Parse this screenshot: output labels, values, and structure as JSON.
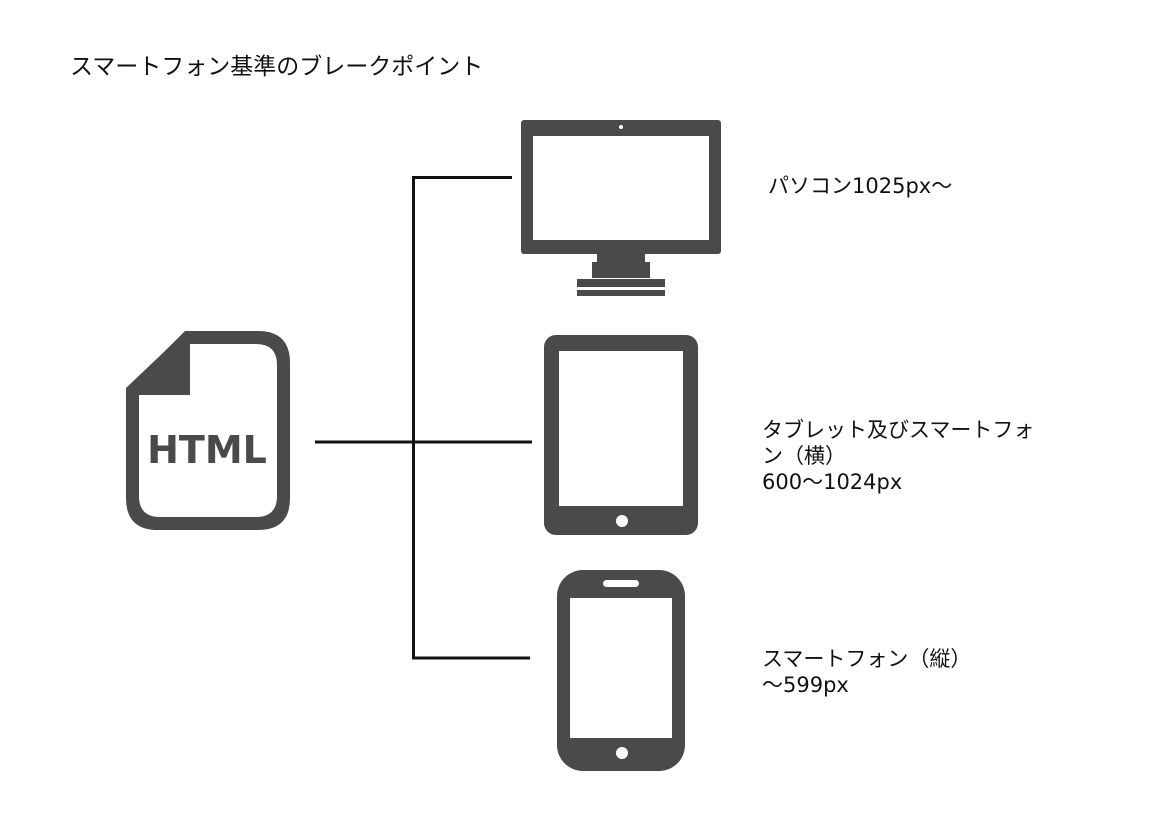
{
  "title": "スマートフォン基準のブレークポイント",
  "colors": {
    "icon": "#4a4a4a",
    "line": "#111111",
    "screen": "#ffffff"
  },
  "source": {
    "icon": "html-file-icon",
    "label": "HTML"
  },
  "devices": [
    {
      "id": "pc",
      "icon": "desktop-monitor-icon",
      "name": "パソコン",
      "range": "1025px〜"
    },
    {
      "id": "tablet",
      "icon": "tablet-icon",
      "name_line1": "タブレット及びスマートフォ",
      "name_line2": "ン（横）",
      "range": "600〜1024px"
    },
    {
      "id": "phone",
      "icon": "smartphone-icon",
      "name": "スマートフォン（縦）",
      "range": "〜599px"
    }
  ]
}
